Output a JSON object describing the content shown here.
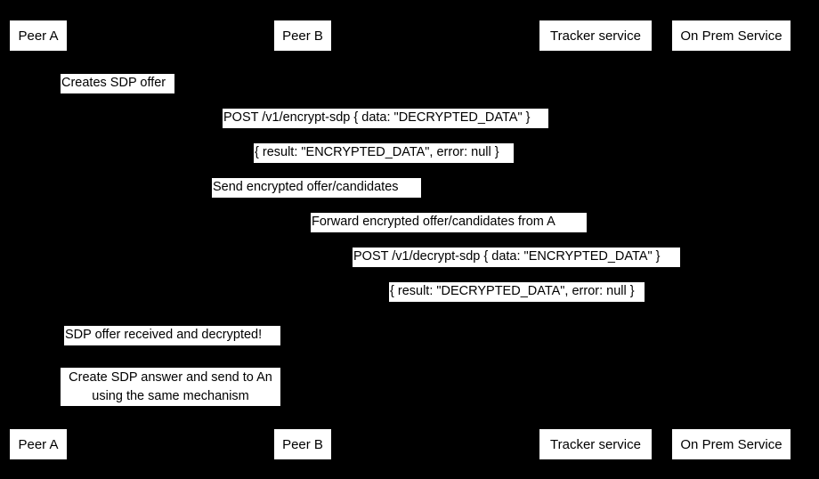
{
  "diagram": {
    "type": "sequence-diagram",
    "background_color": "#000000",
    "box_fill_color": "#ffffff",
    "text_color": "#000000"
  },
  "participants": [
    {
      "name": "peer-a",
      "label": "Peer A"
    },
    {
      "name": "peer-b",
      "label": "Peer B"
    },
    {
      "name": "tracker-service",
      "label": "Tracker service"
    },
    {
      "name": "on-prem-service",
      "label": "On Prem Service"
    }
  ],
  "participants_bottom": [
    {
      "name": "peer-a",
      "label": "Peer A"
    },
    {
      "name": "peer-b",
      "label": "Peer B"
    },
    {
      "name": "tracker-service",
      "label": "Tracker service"
    },
    {
      "name": "on-prem-service",
      "label": "On Prem Service"
    }
  ],
  "messages": [
    {
      "name": "creates-sdp-offer",
      "label": "Creates SDP offer"
    },
    {
      "name": "post-encrypt-sdp",
      "label": "POST /v1/encrypt-sdp { data: \"DECRYPTED_DATA\" }"
    },
    {
      "name": "encrypt-sdp-result",
      "label": "{ result: \"ENCRYPTED_DATA\", error: null }"
    },
    {
      "name": "send-encrypted-offer",
      "label": "Send encrypted offer/candidates"
    },
    {
      "name": "forward-encrypted-offer",
      "label": "Forward encrypted offer/candidates from A"
    },
    {
      "name": "post-decrypt-sdp",
      "label": "POST /v1/decrypt-sdp { data: \"ENCRYPTED_DATA\" }"
    },
    {
      "name": "decrypt-sdp-result",
      "label": "{ result: \"DECRYPTED_DATA\", error: null }"
    },
    {
      "name": "sdp-offer-received",
      "label": "SDP offer received and decrypted!"
    },
    {
      "name": "create-sdp-answer",
      "label": "Create SDP answer and send to An using the same mechanism"
    }
  ]
}
